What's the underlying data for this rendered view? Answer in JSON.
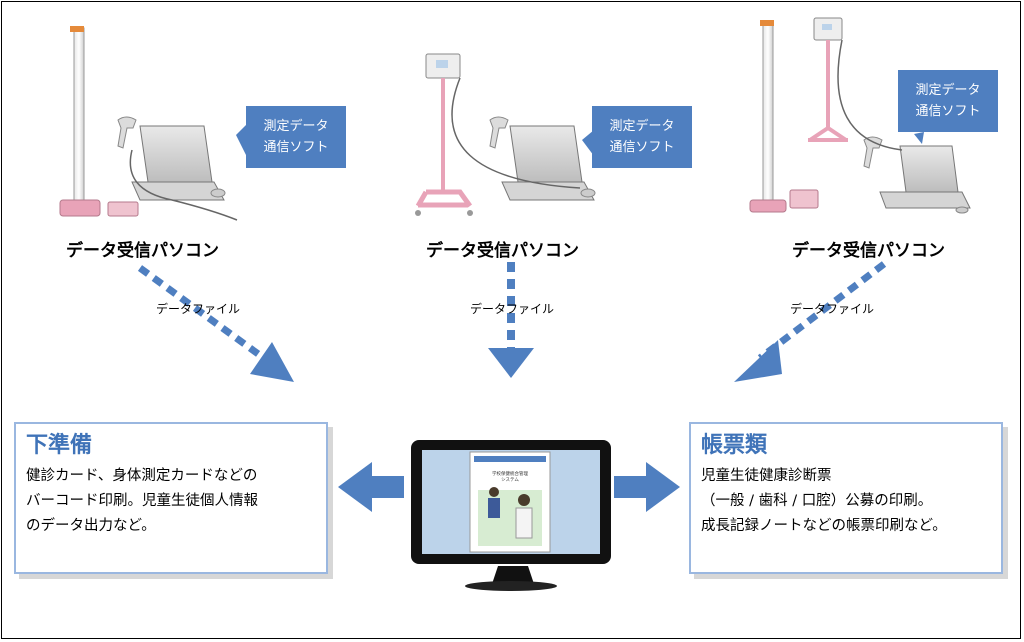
{
  "stations": [
    {
      "pc_label": "データ受信パソコン",
      "callout": "測定データ\n通信ソフト",
      "file_label": "データファイル"
    },
    {
      "pc_label": "データ受信パソコン",
      "callout": "測定データ\n通信ソフト",
      "file_label": "データファイル"
    },
    {
      "pc_label": "データ受信パソコン",
      "callout": "測定データ\n通信ソフト",
      "file_label": "データファイル"
    }
  ],
  "left_panel": {
    "title": "下準備",
    "body": "健診カード、身体測定カードなどの\nバーコード印刷。児童生徒個人情報\nのデータ出力など。"
  },
  "right_panel": {
    "title": "帳票類",
    "body": "児童生徒健康診断票\n（一般 / 歯科 / 口腔）公募の印刷。\n成長記録ノートなどの帳票印刷など。"
  },
  "monitor": {
    "screen_text": [
      "学校保健統合管理",
      "システム"
    ]
  },
  "colors": {
    "accent_blue": "#4f7fc0",
    "panel_title": "#3f73b8",
    "panel_border": "#9ab7e0",
    "stand_pink": "#e8a3b8"
  }
}
